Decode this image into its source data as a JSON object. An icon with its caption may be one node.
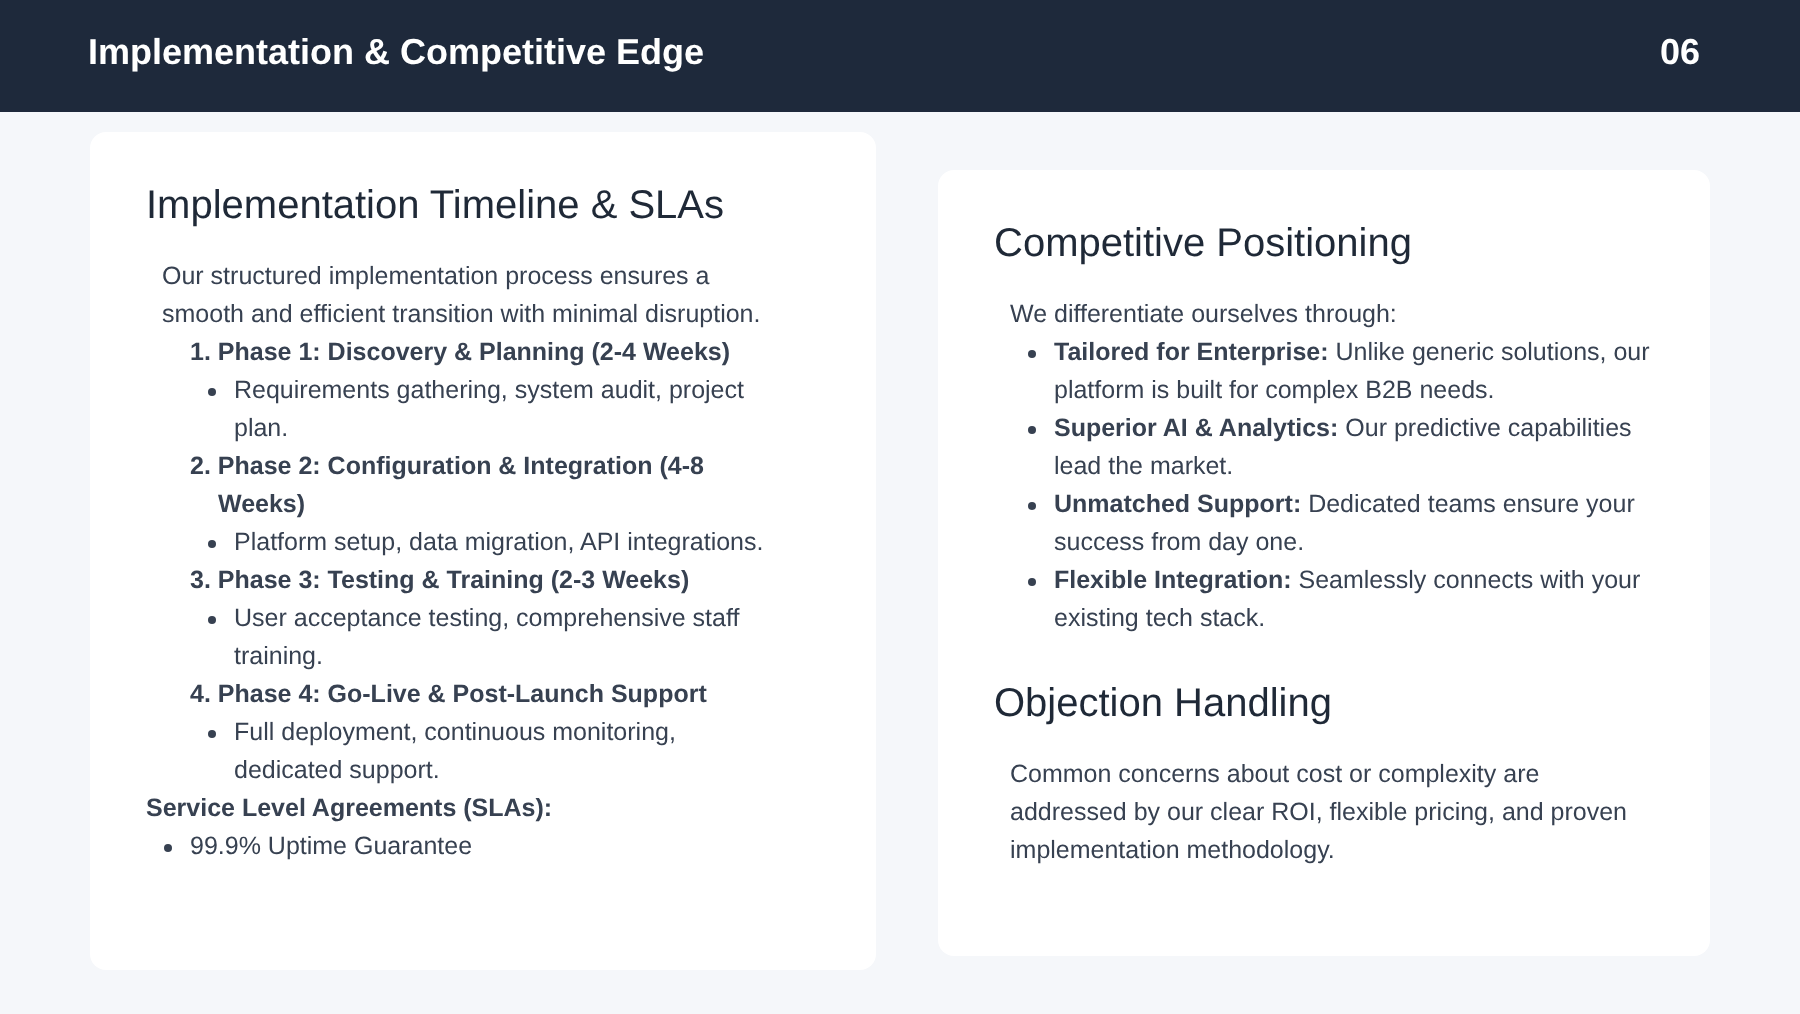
{
  "diagram": {
    "title": "Implementation & Competitive Edge",
    "nodes": [
      {
        "text": [
          "Implementation Timeline & SLAs",
          "Our structured implementation process ensures a smooth and efficient transition with minimal disruption.",
          "1. Phase 1: Discovery & Planning (2-4 Weeks)",
          "Requirements gathering, system audit, project plan.",
          "2. Phase 2: Configuration & Integration (4-8 Weeks)",
          "Platform setup, data migration, API integrations.",
          "3. Phase 3: Testing & Training (2-3 Weeks)",
          "User acceptance testing, comprehensive staff training.",
          "4. Phase 4: Go-Live & Post-Launch Support",
          "Full deployment, continuous monitoring, dedicated support.",
          "Service Level Agreements (SLAs):",
          "99.9% Uptime Guarantee"
        ]
      },
      {
        "text": [
          "Competitive Positioning",
          "We differentiate ourselves through:",
          "**Tailored for Enterprise:** Unlike generic solutions, our platform is built for complex B2B needs.",
          "**Superior AI & Analytics:** Our predictive capabilities lead the market.",
          "**Unmatched Support:** Dedicated teams ensure your success from day one.",
          "**Flexible Integration:** Seamlessly connects with your existing tech stack.",
          "Objection Handling",
          "Common concerns about cost or complexity are addressed by our clear ROI, flexible pricing, and proven implementation methodology."
        ]
      }
    ],
    "labels": [
      "06"
    ]
  }
}
